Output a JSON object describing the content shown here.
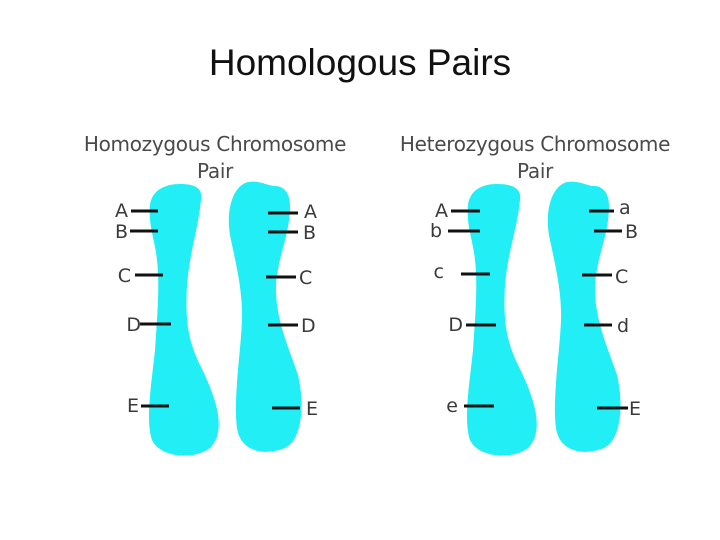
{
  "slide": {
    "title": "Homologous Pairs"
  },
  "colors": {
    "chromosome": "#22eef5",
    "marker": "#111111",
    "text": "#3a3a3a"
  },
  "panels": [
    {
      "heading_line1": "Homozygous Chromosome",
      "heading_line2": "Pair",
      "left_alleles": [
        "A",
        "B",
        "C",
        "D",
        "E"
      ],
      "right_alleles": [
        "A",
        "B",
        "C",
        "D",
        "E"
      ]
    },
    {
      "heading_line1": "Heterozygous Chromosome",
      "heading_line2": "Pair",
      "left_alleles": [
        "A",
        "b",
        "c",
        "D",
        "e"
      ],
      "right_alleles": [
        "a",
        "B",
        "C",
        "d",
        "E"
      ]
    }
  ]
}
